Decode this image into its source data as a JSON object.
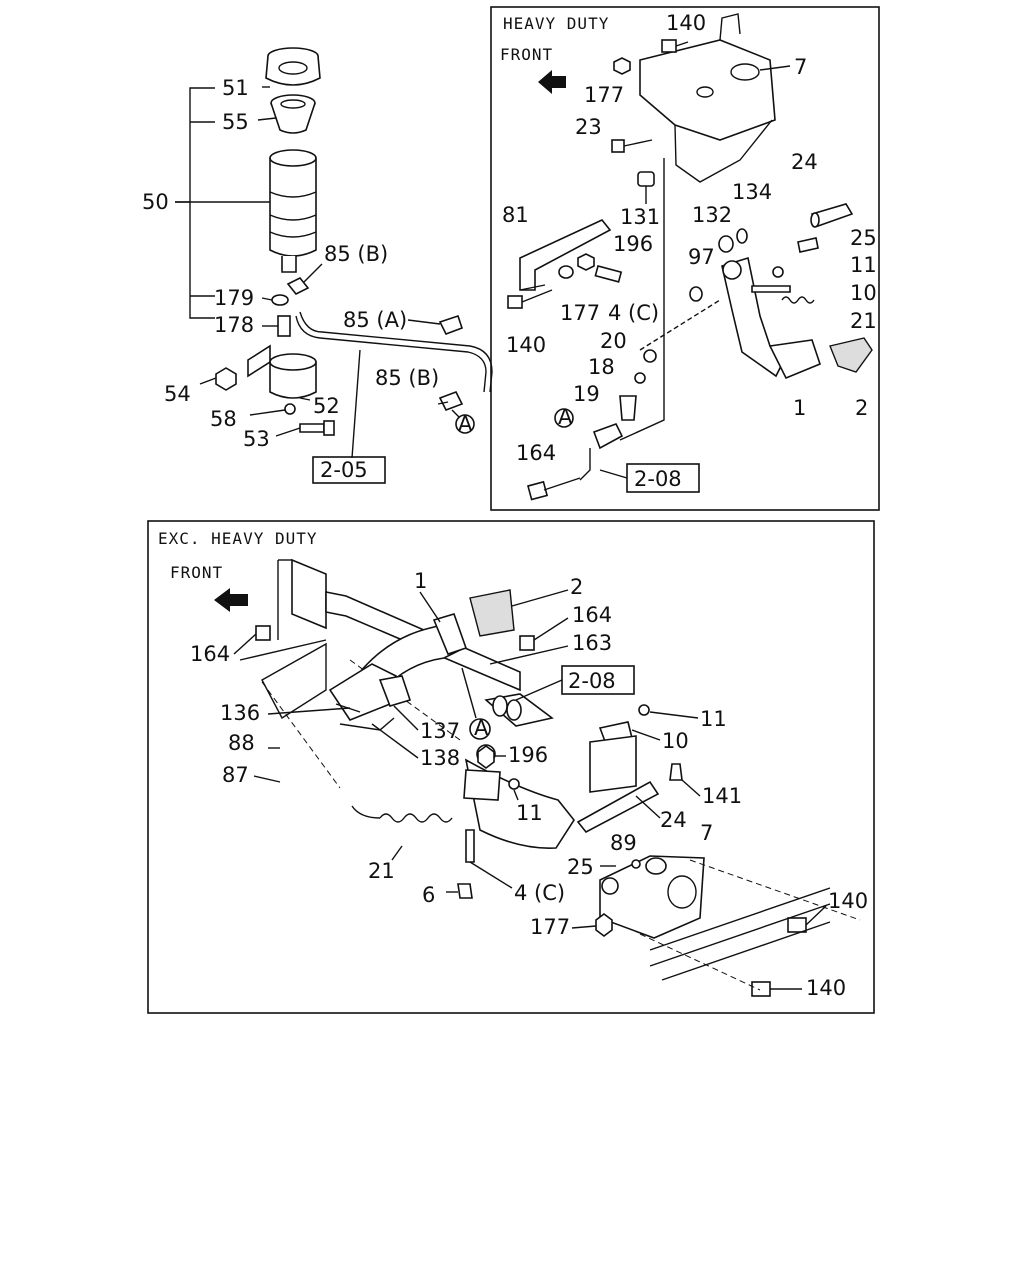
{
  "heavy_duty": {
    "title": "HEAVY DUTY",
    "front": "FRONT",
    "ref": "2-08",
    "labels": {
      "p140": "140",
      "p7": "7",
      "p177": "177",
      "p23": "23",
      "p131": "131",
      "p24": "24",
      "p134": "134",
      "p132": "132",
      "p25": "25",
      "p81": "81",
      "p196": "196",
      "p97": "97",
      "p11": "11",
      "p10": "10",
      "p4c": "4 (C)",
      "p177b": "177",
      "p140b": "140",
      "p21": "21",
      "p20": "20",
      "p18": "18",
      "p19": "19",
      "p1": "1",
      "p2": "2",
      "p164": "164",
      "pA": "A"
    }
  },
  "reservoir": {
    "ref": "2-05",
    "labels": {
      "p51": "51",
      "p55": "55",
      "p50": "50",
      "p85b": "85 (B)",
      "p179": "179",
      "p178": "178",
      "p85a": "85 (A)",
      "p54": "54",
      "p85b2": "85 (B)",
      "p52": "52",
      "p58": "58",
      "p53": "53",
      "pA": "A"
    }
  },
  "exc_heavy_duty": {
    "title": "EXC. HEAVY DUTY",
    "front": "FRONT",
    "ref": "2-08",
    "labels": {
      "p1": "1",
      "p2": "2",
      "p164a": "164",
      "p163": "163",
      "p164b": "164",
      "p136": "136",
      "p137": "137",
      "pA": "A",
      "p88": "88",
      "p138": "138",
      "p196": "196",
      "p87": "87",
      "p11a": "11",
      "p10": "10",
      "p141": "141",
      "p11b": "11",
      "p24": "24",
      "p7": "7",
      "p89": "89",
      "p25": "25",
      "p21": "21",
      "p4c": "4 (C)",
      "p6": "6",
      "p177": "177",
      "p140a": "140",
      "p140b": "140"
    }
  }
}
